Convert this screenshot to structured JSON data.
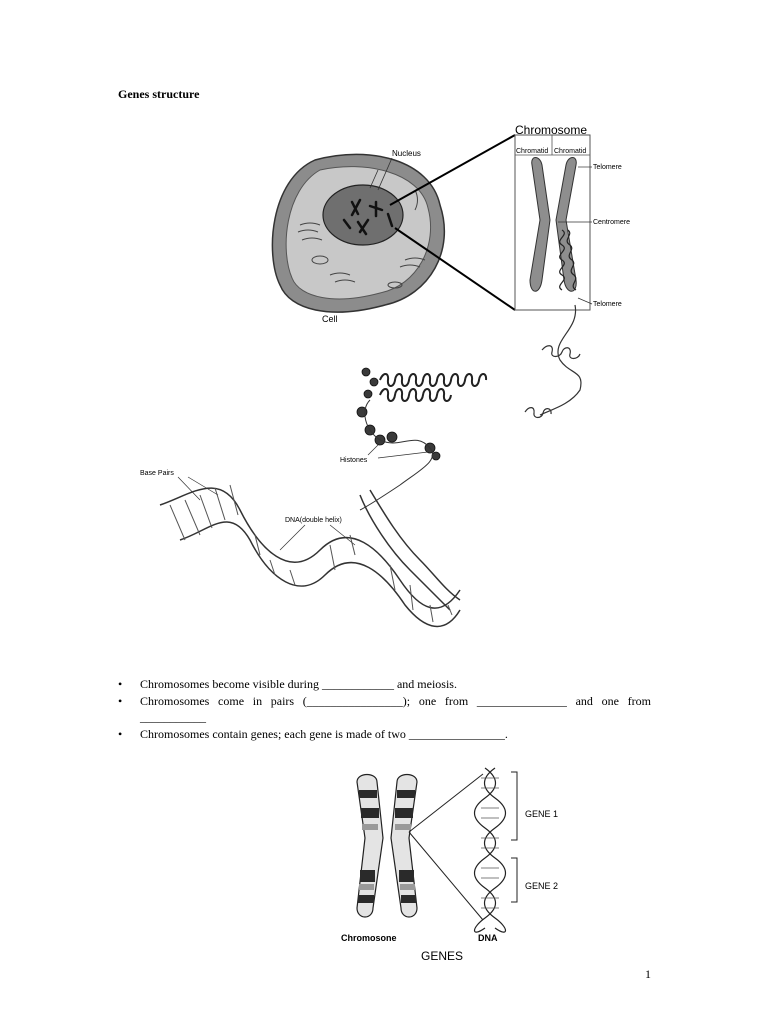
{
  "page": {
    "title": "Genes structure",
    "page_number": "1"
  },
  "figure1": {
    "labels": {
      "chromosome": "Chromosome",
      "chromatid_left": "Chromatid",
      "chromatid_right": "Chromatid",
      "nucleus": "Nucleus",
      "telomere_top": "Telomere",
      "centromere": "Centromere",
      "telomere_bottom": "Telomere",
      "cell": "Cell",
      "histones": "Histones",
      "base_pairs": "Base Pairs",
      "dna_double_helix": "DNA(double helix)"
    }
  },
  "bullets": {
    "item1": "Chromosomes become visible during ____________ and meiosis.",
    "item2_line1": "Chromosomes come in pairs (________________); one from _______________ and one from",
    "item2_line2": "___________",
    "item3": "Chromosomes contain genes; each gene is made of two ________________."
  },
  "figure2": {
    "labels": {
      "gene1": "GENE 1",
      "gene2": "GENE 2",
      "chromosome": "Chromosone",
      "dna": "DNA",
      "caption": "GENES"
    }
  }
}
